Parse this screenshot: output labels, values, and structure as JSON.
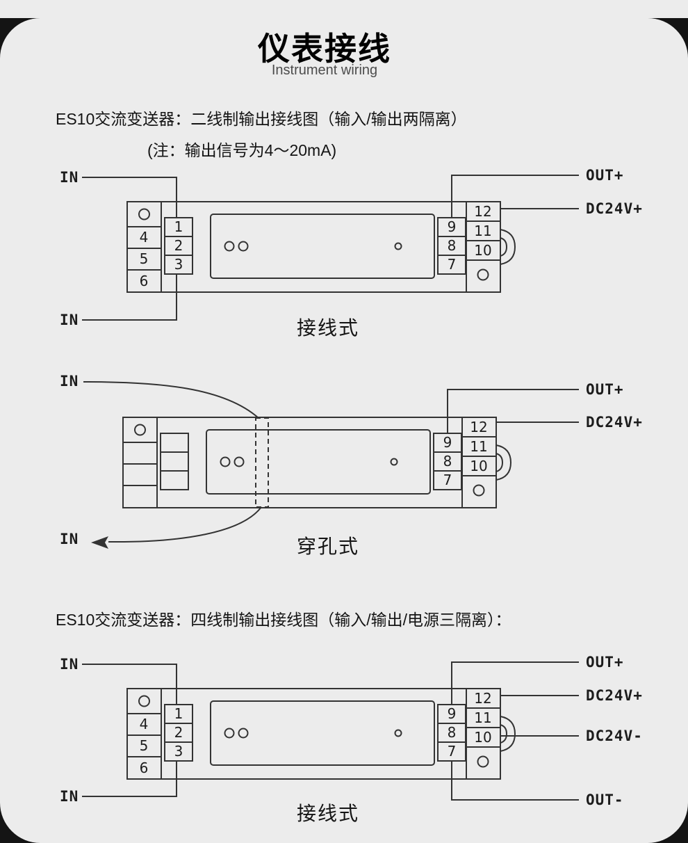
{
  "colors": {
    "page_background": "#ececec",
    "outer_background": "#141414",
    "line": "#333333",
    "text": "#1c1c1c",
    "subtitle": "#4c4c4c"
  },
  "header": {
    "title": "仪表接线",
    "subtitle": "Instrument wiring"
  },
  "section_two_wire": {
    "heading": "ES10交流变送器：二线制输出接线图（输入/输出两隔离）",
    "note": "(注：输出信号为4～20mA)"
  },
  "section_four_wire": {
    "heading": "ES10交流变送器：四线制输出接线图（输入/输出/电源三隔离）："
  },
  "diagram1": {
    "caption": "接线式",
    "labels": {
      "in_top": "IN",
      "in_bottom": "IN",
      "out_plus": "OUT+",
      "dc24v_plus": "DC24V+"
    },
    "left_terminals": [
      "4",
      "5",
      "6"
    ],
    "inner_left_terminals": [
      "1",
      "2",
      "3"
    ],
    "inner_right_terminals": [
      "9",
      "8",
      "7"
    ],
    "right_terminals": [
      "12",
      "11",
      "10"
    ]
  },
  "diagram2": {
    "caption": "穿孔式",
    "labels": {
      "in_top": "IN",
      "in_bottom": "IN",
      "out_plus": "OUT+",
      "dc24v_plus": "DC24V+"
    },
    "inner_right_terminals": [
      "9",
      "8",
      "7"
    ],
    "right_terminals": [
      "12",
      "11",
      "10"
    ]
  },
  "diagram3": {
    "caption": "接线式",
    "labels": {
      "in_top": "IN",
      "in_bottom": "IN",
      "out_plus": "OUT+",
      "dc24v_plus": "DC24V+",
      "dc24v_minus": "DC24V-",
      "out_minus": "OUT-"
    },
    "left_terminals": [
      "4",
      "5",
      "6"
    ],
    "inner_left_terminals": [
      "1",
      "2",
      "3"
    ],
    "inner_right_terminals": [
      "9",
      "8",
      "7"
    ],
    "right_terminals": [
      "12",
      "11",
      "10"
    ]
  }
}
